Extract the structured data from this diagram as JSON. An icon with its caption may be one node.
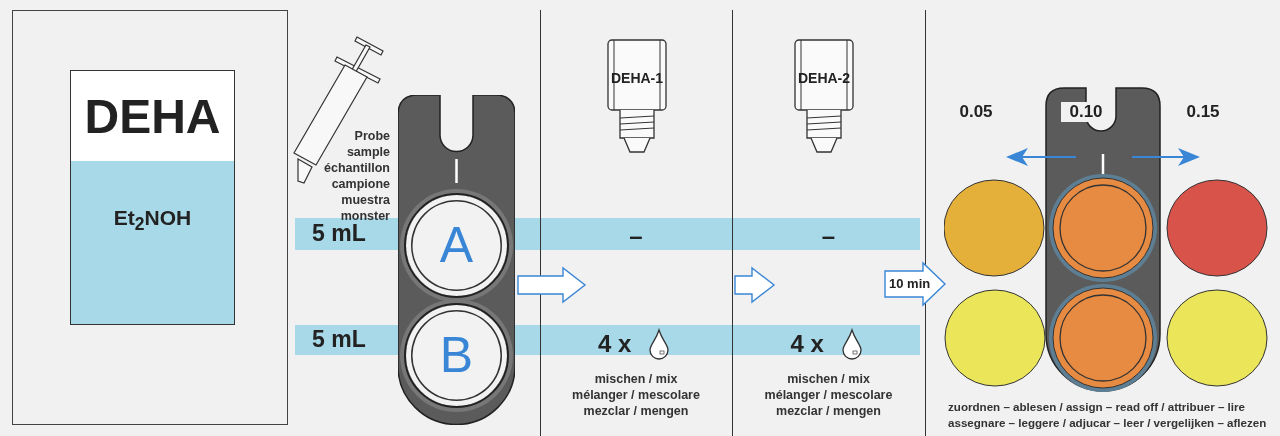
{
  "diagram": {
    "nodes": [
      {
        "text": [
          "DEHA",
          "Et$_{2}$NOH"
        ]
      },
      {
        "text": [],
        "shape": "box"
      },
      {
        "text": [
          "A"
        ],
        "in": 1
      },
      {
        "text": [
          "B"
        ],
        "in": 1
      },
      {
        "text": [
          "–",
          "4 x",
          "mischen / mix mélanger / mescolare mezclar / mengen"
        ]
      },
      {
        "text": [
          "DEHA-1"
        ],
        "in": 4
      },
      {
        "text": [
          "–",
          "4 x",
          "mischen / mix mélanger / mescolare mezclar / mengen"
        ]
      },
      {
        "text": [
          "DEHA-2"
        ],
        "in": 6
      },
      {
        "text": [
          "0.05",
          "0.10",
          "0.15",
          "zuordnen – ablesen / assign – read off / attribuer – lire assegnare – leggere / adjucar – leer / vergelijken – aflezen"
        ]
      }
    ],
    "edges": [
      {
        "from": 1,
        "to": 4,
        "arrow": "to"
      },
      {
        "from": 4,
        "to": 6,
        "arrow": "to"
      },
      {
        "from": 6,
        "to": 8,
        "arrow": "to",
        "label": "10 min"
      }
    ],
    "labels": [
      "Probe sample échantillon campione muestra monster",
      "5 mL",
      "5 mL"
    ]
  }
}
